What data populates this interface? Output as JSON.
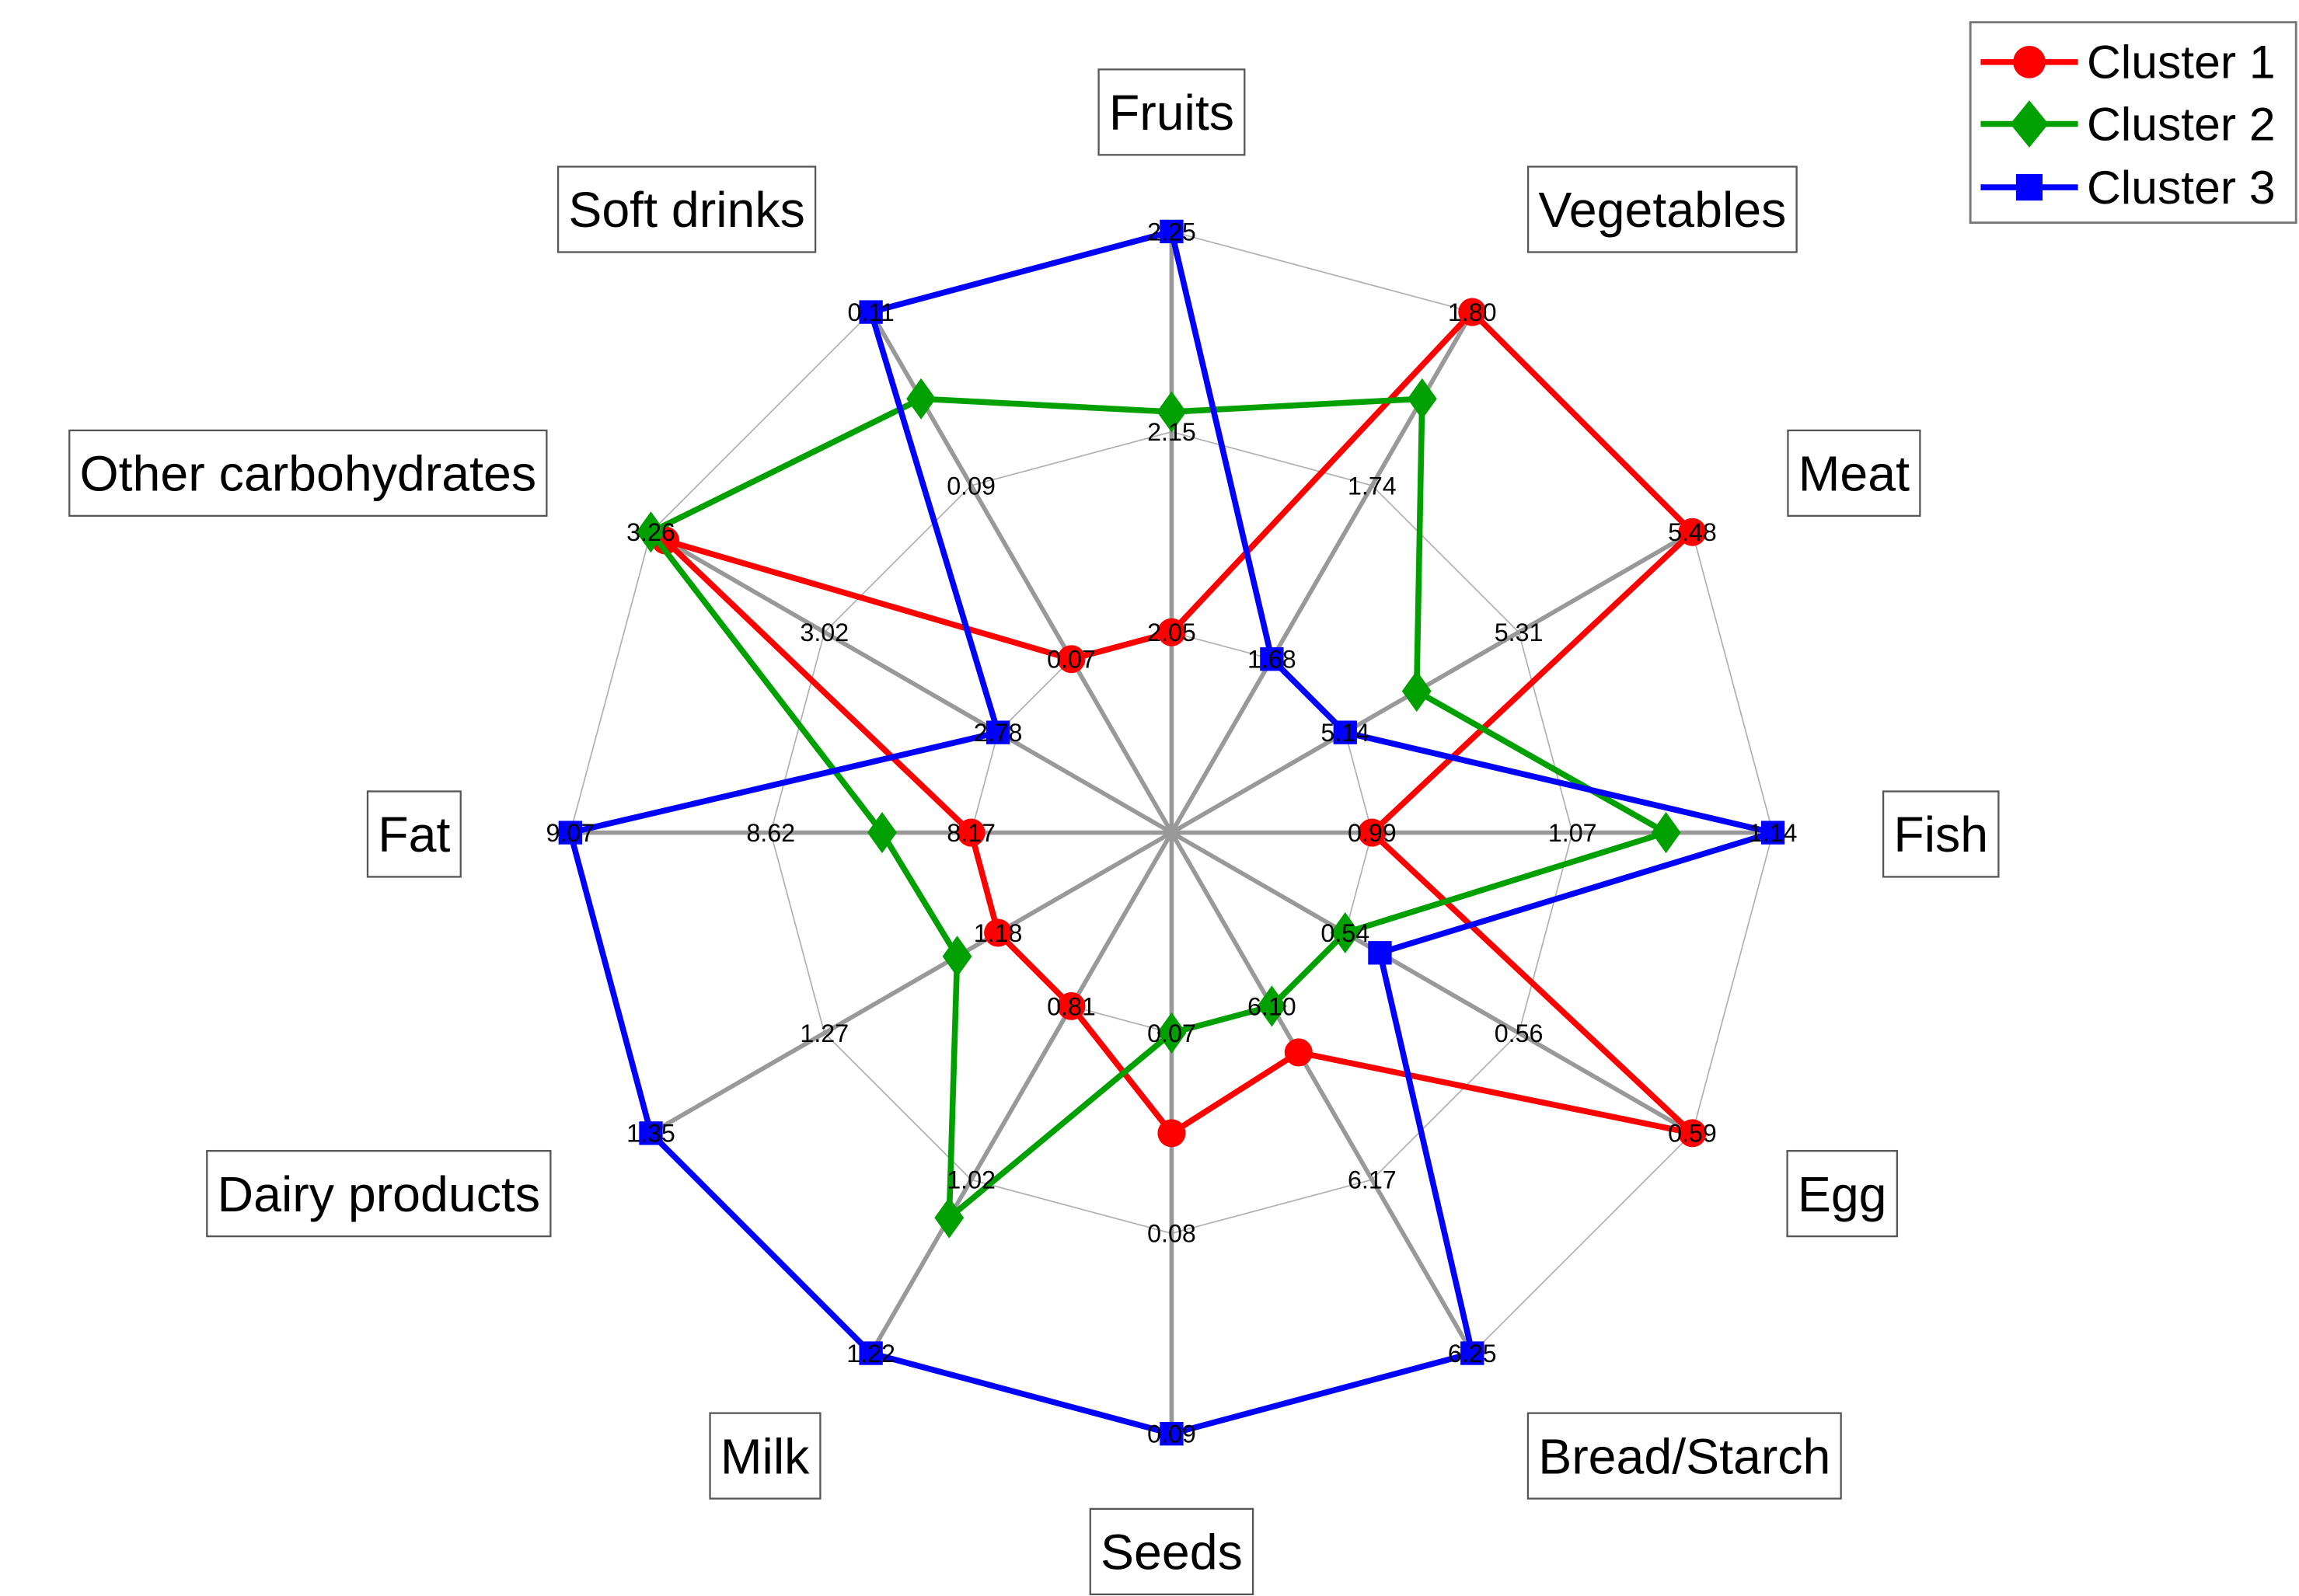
{
  "chart_data": {
    "type": "radar",
    "title": "",
    "axes": [
      {
        "name": "Fruits",
        "ticks": [
          2.05,
          2.15,
          2.25
        ],
        "tick_labels": [
          "2.05",
          "2.15",
          "2.25"
        ]
      },
      {
        "name": "Vegetables",
        "ticks": [
          1.68,
          1.74,
          1.8
        ],
        "tick_labels": [
          "1.68",
          "1.74",
          "1.80"
        ]
      },
      {
        "name": "Meat",
        "ticks": [
          5.14,
          5.31,
          5.48
        ],
        "tick_labels": [
          "5.14",
          "5.31",
          "5.48"
        ]
      },
      {
        "name": "Fish",
        "ticks": [
          0.99,
          1.07,
          1.14
        ],
        "tick_labels": [
          "0.99",
          "1.07",
          "1.14"
        ]
      },
      {
        "name": "Egg",
        "ticks": [
          0.54,
          0.56,
          0.59
        ],
        "tick_labels": [
          "0.54",
          "0.56",
          "0.59"
        ]
      },
      {
        "name": "Bread/Starch",
        "ticks": [
          6.1,
          6.17,
          6.25
        ],
        "tick_labels": [
          "6.10",
          "6.17",
          "6.25"
        ]
      },
      {
        "name": "Seeds",
        "ticks": [
          0.07,
          0.08,
          0.09
        ],
        "tick_labels": [
          "0.07",
          "0.08",
          "0.09"
        ]
      },
      {
        "name": "Milk",
        "ticks": [
          0.81,
          1.02,
          1.22
        ],
        "tick_labels": [
          "0.81",
          "1.02",
          "1.22"
        ]
      },
      {
        "name": "Dairy products",
        "ticks": [
          1.18,
          1.27,
          1.35
        ],
        "tick_labels": [
          "1.18",
          "1.27",
          "1.35"
        ]
      },
      {
        "name": "Fat",
        "ticks": [
          8.17,
          8.62,
          9.07
        ],
        "tick_labels": [
          "8.17",
          "8.62",
          "9.07"
        ]
      },
      {
        "name": "Other carbohydrates",
        "ticks": [
          2.78,
          3.02,
          3.26
        ],
        "tick_labels": [
          "2.78",
          "3.02",
          "3.26"
        ]
      },
      {
        "name": "Soft drinks",
        "ticks": [
          0.07,
          0.09,
          0.11
        ],
        "tick_labels": [
          "0.07",
          "0.09",
          "0.11"
        ]
      }
    ],
    "series": [
      {
        "name": "Cluster 1",
        "color": "#ff0000",
        "marker": "circle",
        "values": [
          2.05,
          1.8,
          5.48,
          0.99,
          0.59,
          6.12,
          0.075,
          0.81,
          1.18,
          8.17,
          3.24,
          0.07
        ]
      },
      {
        "name": "Cluster 2",
        "color": "#00a000",
        "marker": "diamond",
        "values": [
          2.16,
          1.77,
          5.21,
          1.1,
          0.54,
          6.1,
          0.07,
          1.06,
          1.2,
          8.37,
          3.26,
          0.1
        ]
      },
      {
        "name": "Cluster 3",
        "color": "#0000ff",
        "marker": "square",
        "values": [
          2.25,
          1.68,
          5.14,
          1.14,
          0.545,
          6.25,
          0.09,
          1.22,
          1.35,
          9.07,
          2.78,
          0.11
        ]
      }
    ],
    "grid": true,
    "legend_position": "top-right",
    "spoke_color": "#999999",
    "ring_color": "#b0b0b0"
  }
}
